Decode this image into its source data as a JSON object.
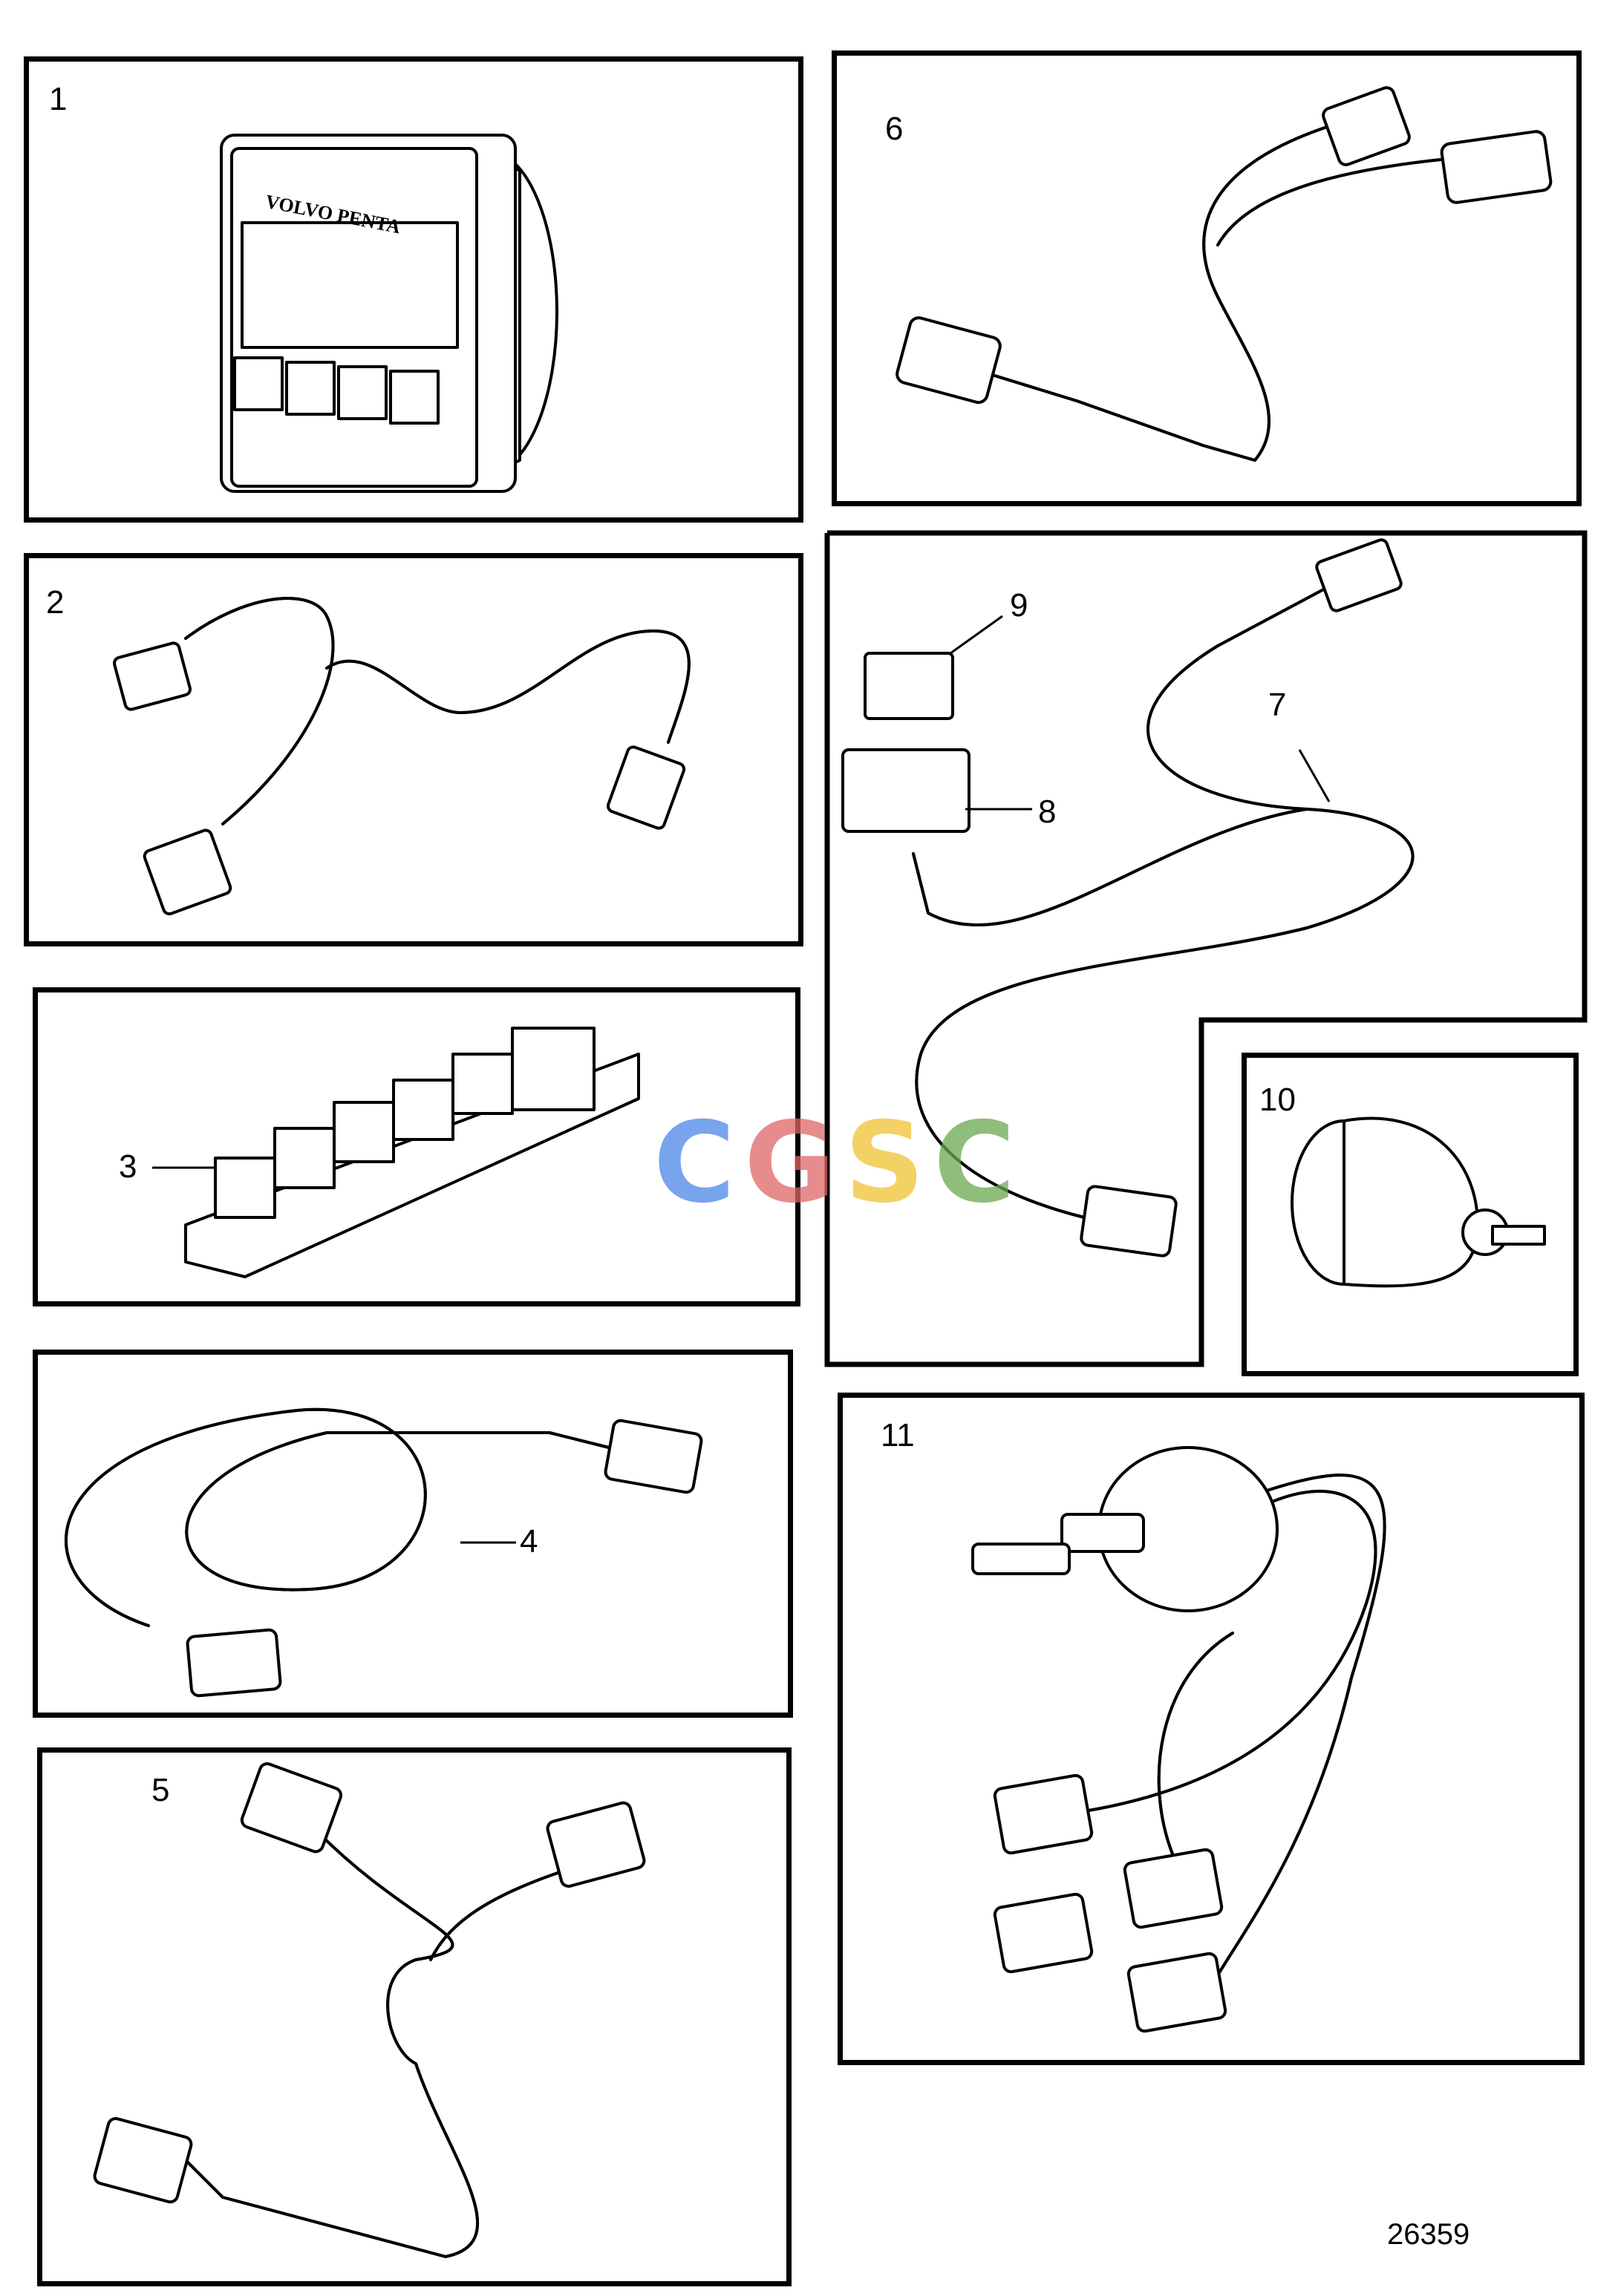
{
  "parts": [
    {
      "id": "1",
      "label": "1"
    },
    {
      "id": "2",
      "label": "2"
    },
    {
      "id": "3",
      "label": "3"
    },
    {
      "id": "4",
      "label": "4"
    },
    {
      "id": "5",
      "label": "5"
    },
    {
      "id": "6",
      "label": "6"
    },
    {
      "id": "7",
      "label": "7"
    },
    {
      "id": "8",
      "label": "8"
    },
    {
      "id": "9",
      "label": "9"
    },
    {
      "id": "10",
      "label": "10"
    },
    {
      "id": "11",
      "label": "11"
    }
  ],
  "display_brand": "VOLVO PENTA",
  "figure_number": "26359",
  "watermark": {
    "letters": [
      "C",
      "G",
      "S",
      "C"
    ],
    "colors": [
      "#4a86e8",
      "#e06666",
      "#f1c232",
      "#6aa84f"
    ]
  }
}
